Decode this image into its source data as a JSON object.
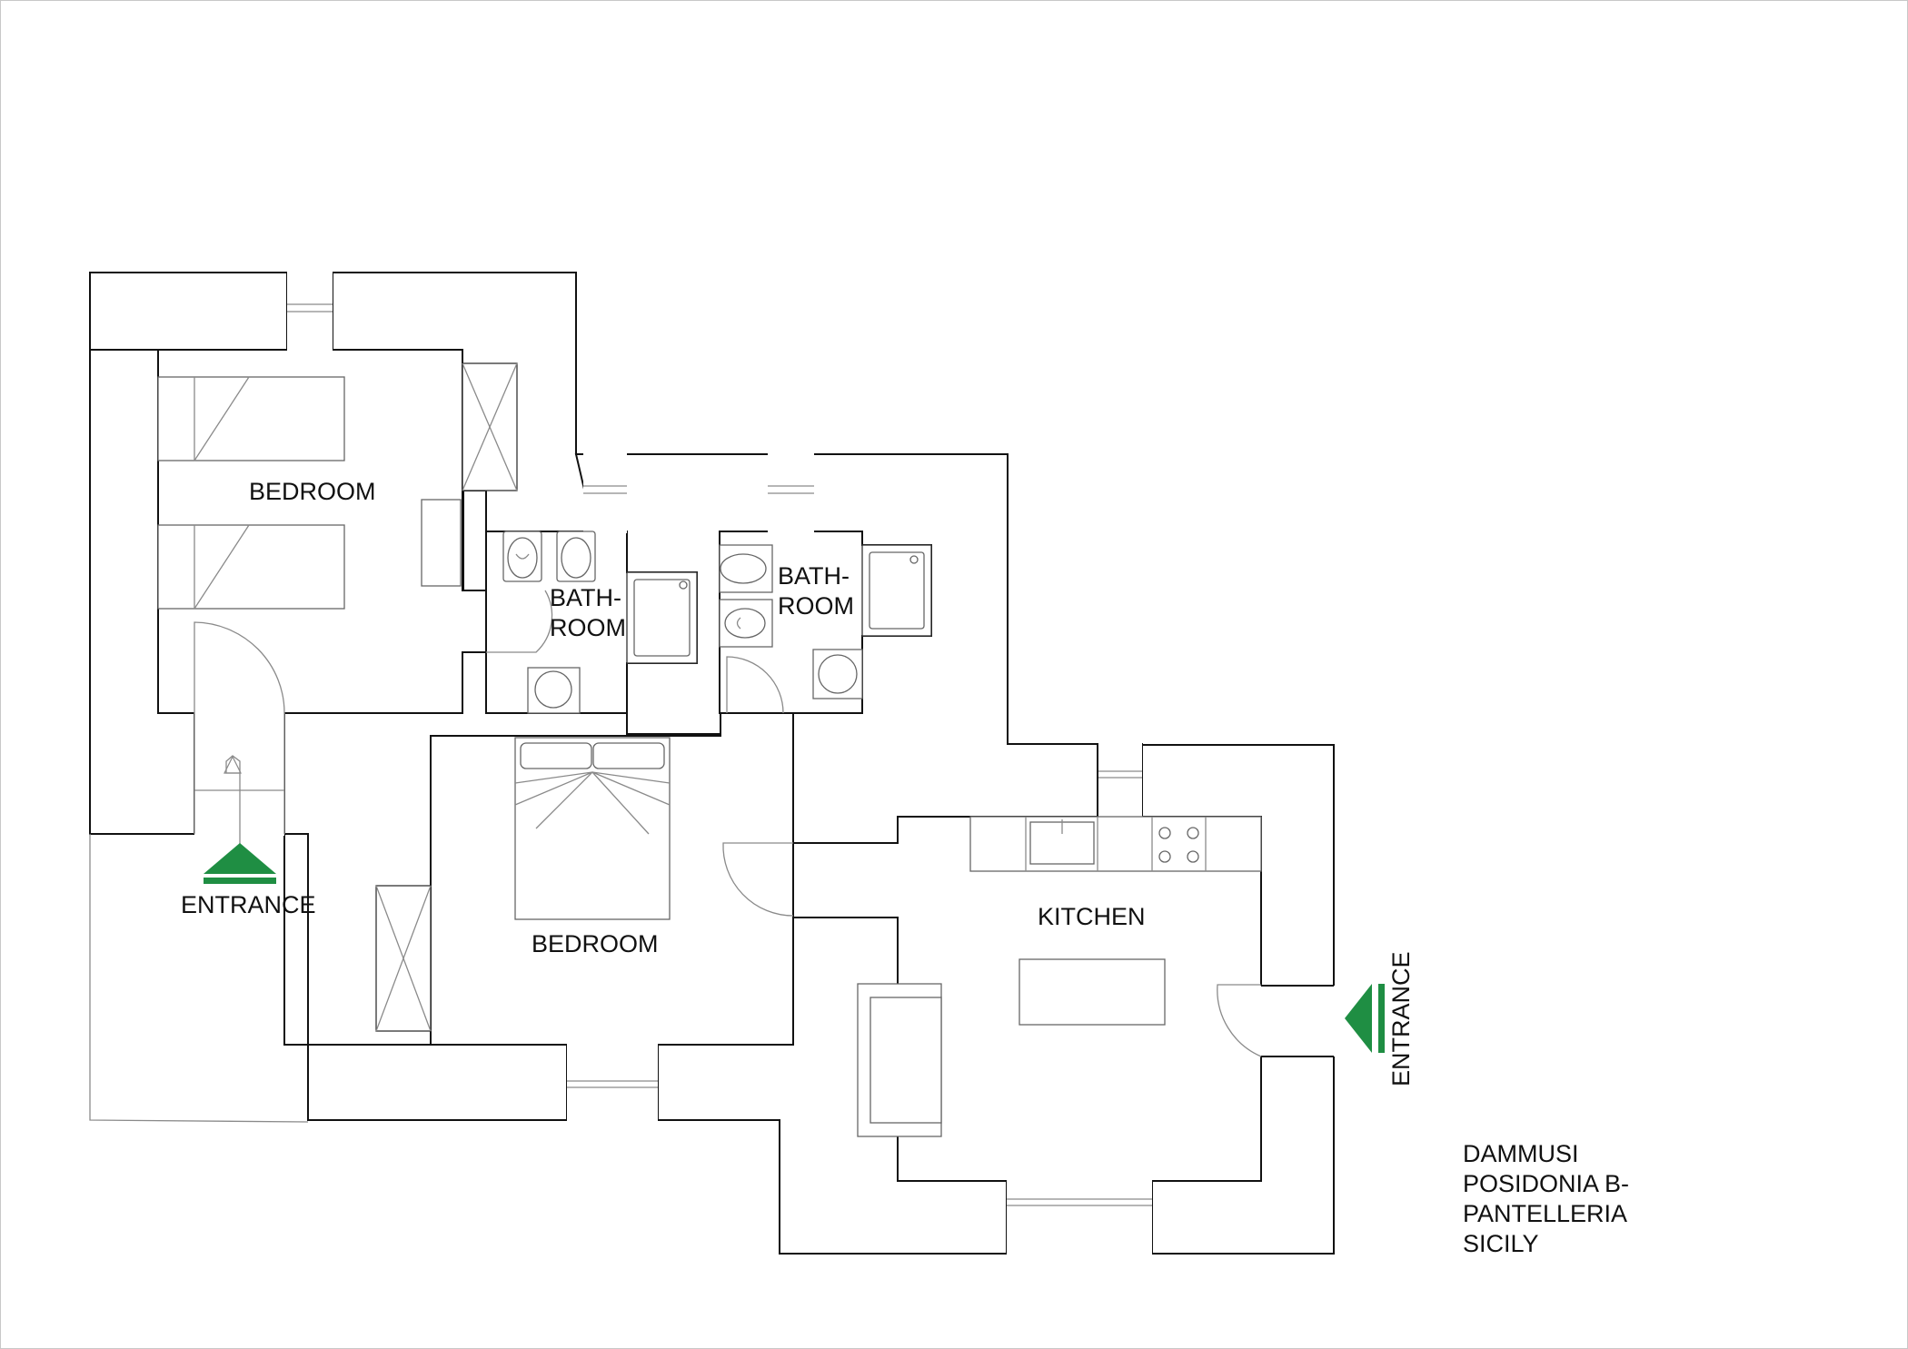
{
  "rooms": {
    "bedroom_1": "BEDROOM",
    "bathroom_1": [
      "BATH-",
      "ROOM"
    ],
    "bathroom_2": [
      "BATH-",
      "ROOM"
    ],
    "bedroom_2": "BEDROOM",
    "kitchen": "KITCHEN"
  },
  "entrances": {
    "left": "ENTRANCE",
    "right": "ENTRANCE"
  },
  "caption": {
    "lines": [
      "DAMMUSI",
      "POSIDONIA B-",
      "PANTELLERIA",
      "SICILY"
    ]
  },
  "colors": {
    "entrance_arrow": "#1f8e43",
    "walls": "#111111",
    "fixtures": "#666666",
    "background": "#ffffff"
  },
  "icons": [
    "entrance-arrow-icon",
    "door-swing-icon",
    "toilet-icon",
    "bidet-icon",
    "shower-tray-icon",
    "washbasin-icon",
    "single-bed-icon",
    "double-bed-icon",
    "wardrobe-icon",
    "sink-icon",
    "cooktop-icon",
    "sofa-icon",
    "table-icon"
  ]
}
